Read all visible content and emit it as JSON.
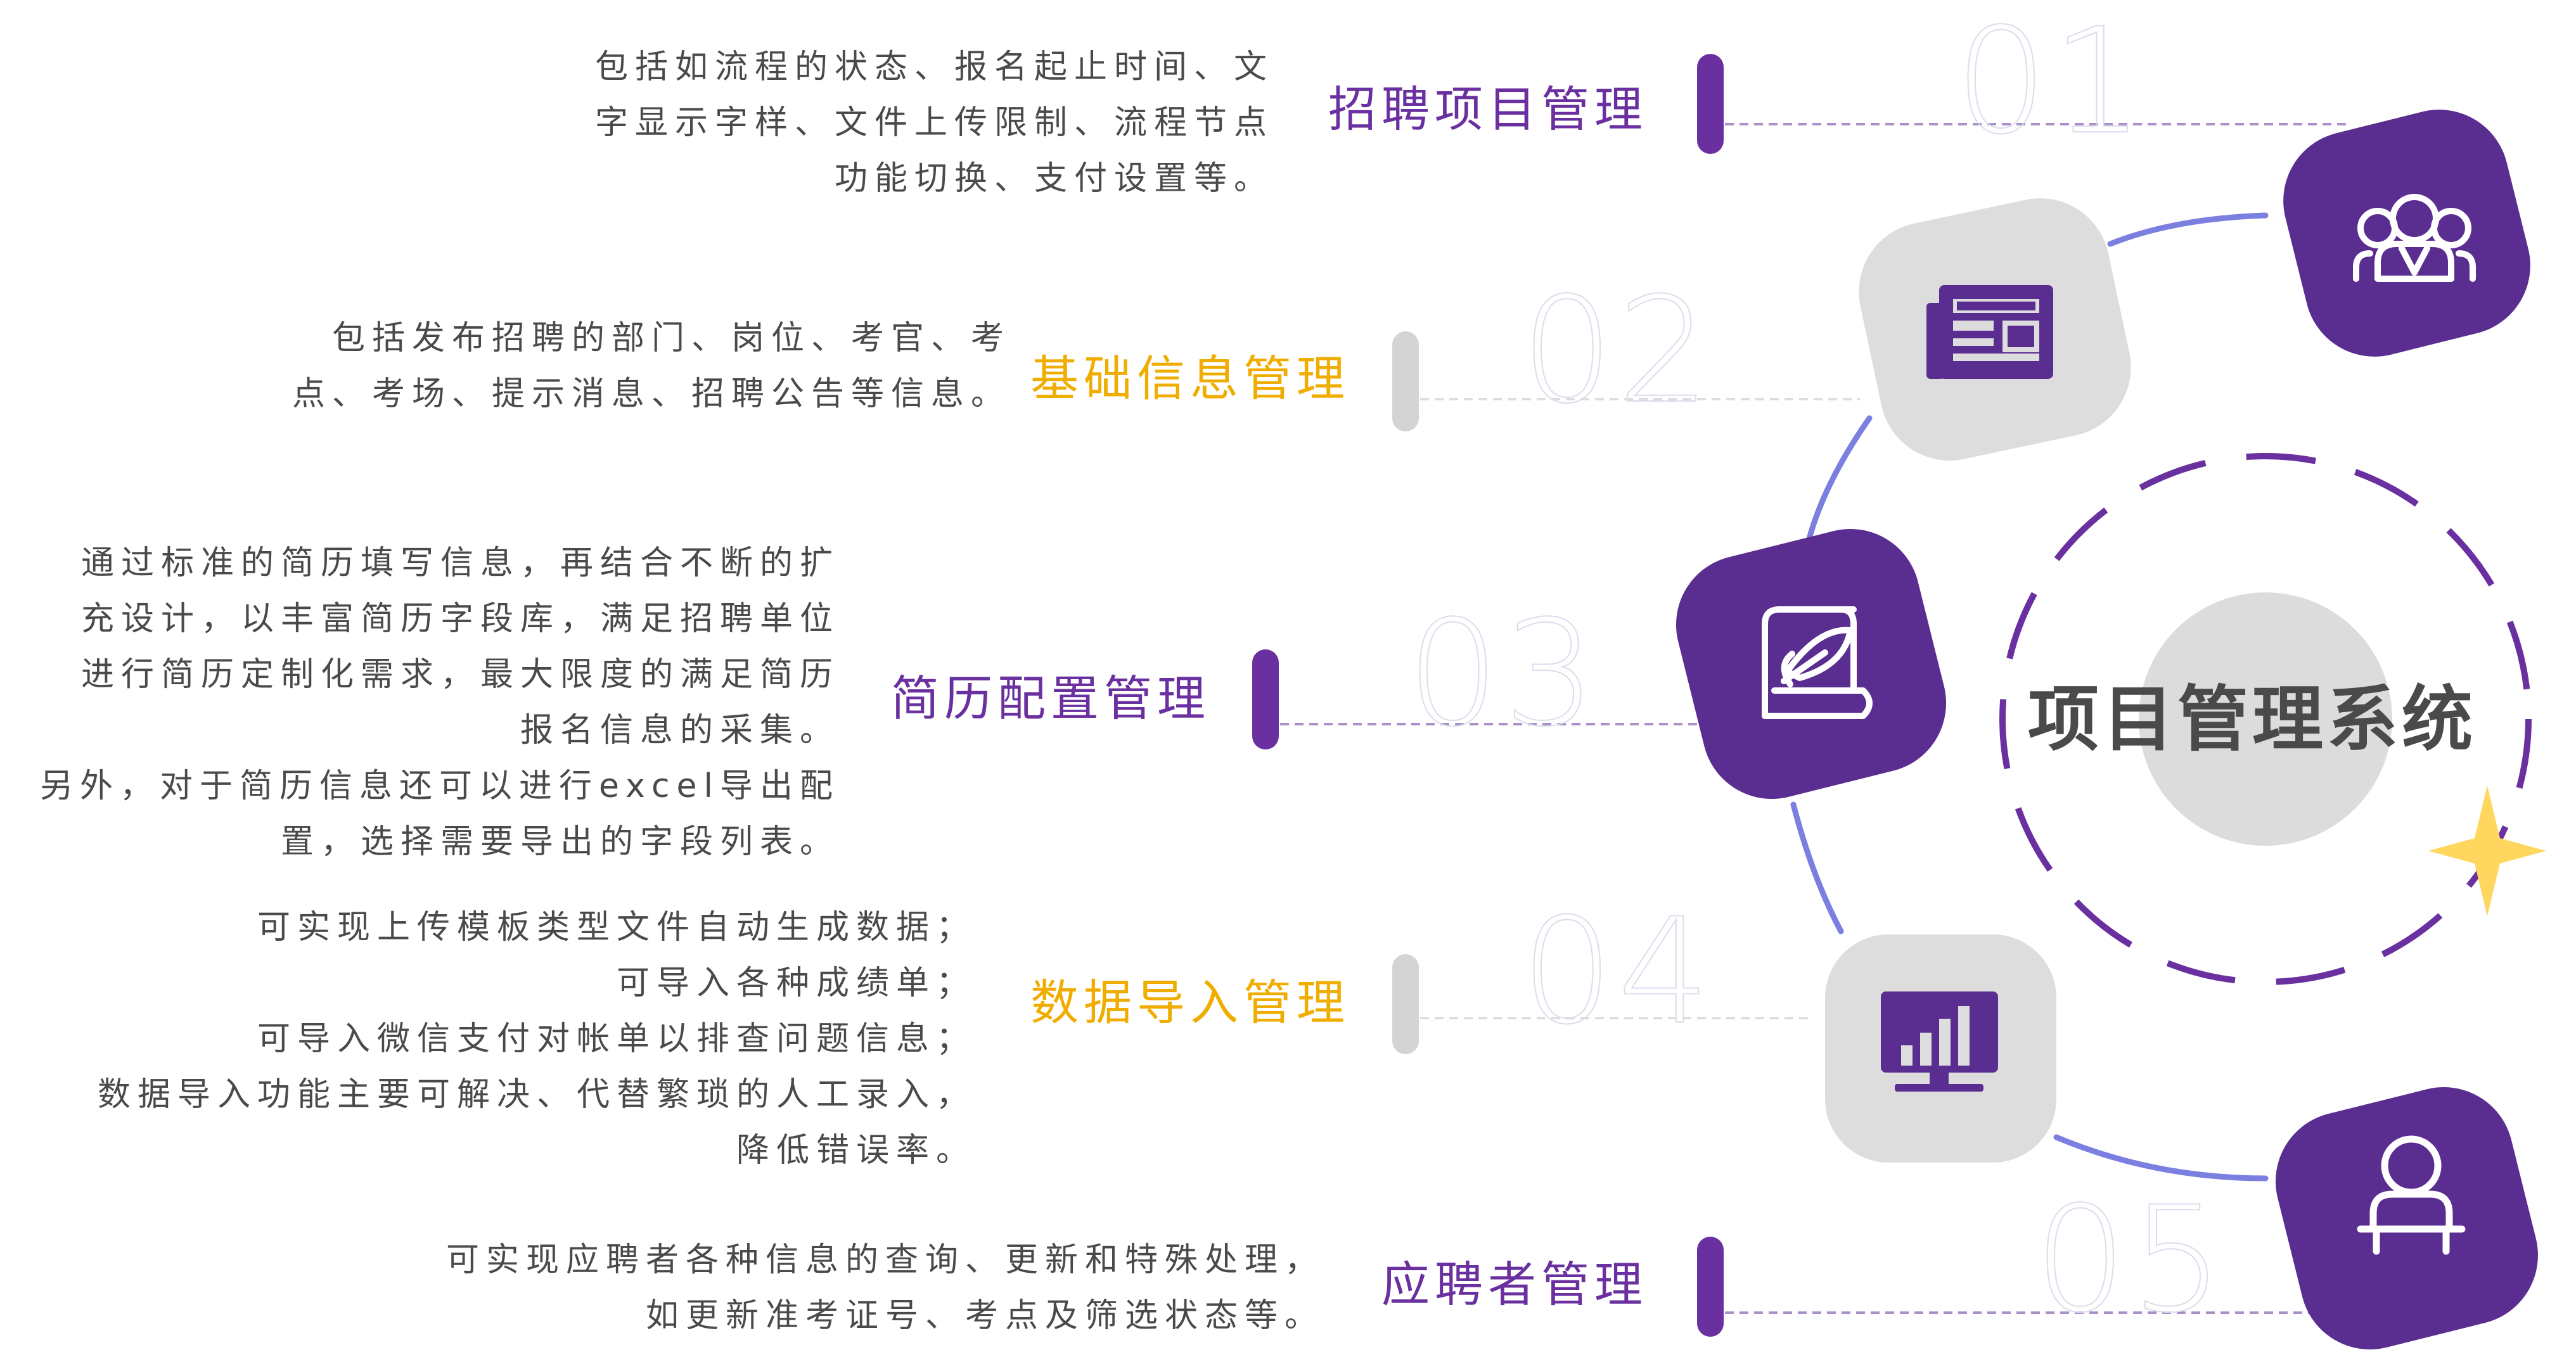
{
  "colors": {
    "purple": "#5a2d91",
    "accent_purple": "#6a30a0",
    "yellow": "#f0ad00",
    "gray_tile": "#dddddd",
    "gray_bar": "#d4d4d4",
    "arc_blue": "#7b7fe0",
    "star": "#ffd75e",
    "text": "#4a4a4a"
  },
  "center": {
    "title": "项目管理系统"
  },
  "items": [
    {
      "number": "01",
      "title": "招聘项目管理",
      "title_color": "purple",
      "icon": "team-icon",
      "description": [
        "包括如流程的状态、报名起止时间、文",
        "字显示字样、文件上传限制、流程节点",
        "功能切换、支付设置等。"
      ]
    },
    {
      "number": "02",
      "title": "基础信息管理",
      "title_color": "yellow",
      "icon": "newspaper-icon",
      "description": [
        "包括发布招聘的部门、岗位、考官、考",
        "点、考场、提示消息、招聘公告等信息。"
      ]
    },
    {
      "number": "03",
      "title": "简历配置管理",
      "title_color": "purple",
      "icon": "scroll-quill-icon",
      "description": [
        "通过标准的简历填写信息，再结合不断的扩",
        "充设计，以丰富简历字段库，满足招聘单位",
        "进行简历定制化需求，最大限度的满足简历",
        "报名信息的采集。",
        "另外，对于简历信息还可以进行excel导出配",
        "置，选择需要导出的字段列表。"
      ]
    },
    {
      "number": "04",
      "title": "数据导入管理",
      "title_color": "yellow",
      "icon": "bar-chart-monitor-icon",
      "description": [
        "可实现上传模板类型文件自动生成数据；",
        "可导入各种成绩单；",
        "可导入微信支付对帐单以排查问题信息；",
        "数据导入功能主要可解决、代替繁琐的人工录入，",
        "降低错误率。"
      ]
    },
    {
      "number": "05",
      "title": "应聘者管理",
      "title_color": "purple",
      "icon": "user-icon",
      "description": [
        "可实现应聘者各种信息的查询、更新和特殊处理，",
        "如更新准考证号、考点及筛选状态等。"
      ]
    }
  ]
}
